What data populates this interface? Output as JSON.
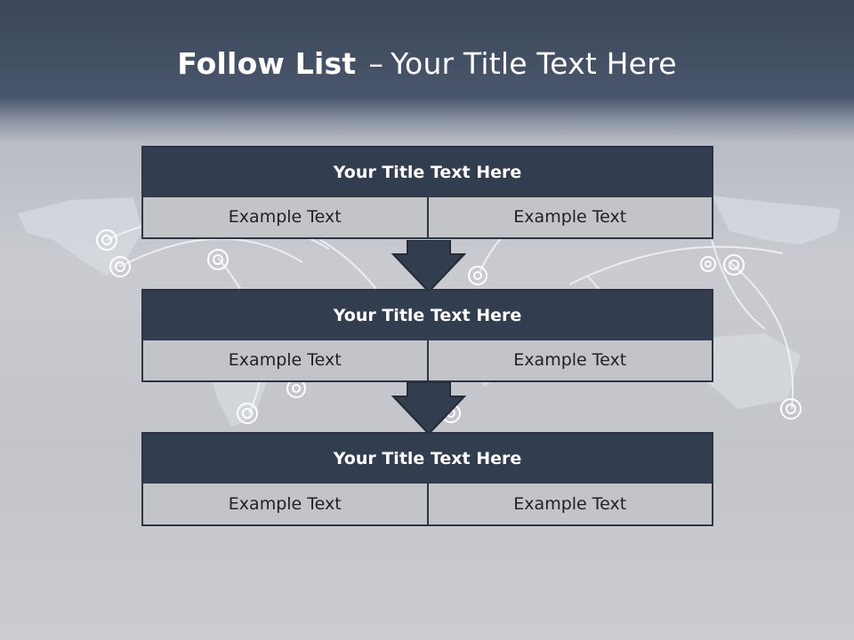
{
  "title": {
    "bold": "Follow List",
    "dash": "–",
    "rest": "Your Title Text Here"
  },
  "blocks": [
    {
      "title": "Your Title Text Here",
      "left": "Example Text",
      "right": "Example Text"
    },
    {
      "title": "Your Title Text Here",
      "left": "Example Text",
      "right": "Example Text"
    },
    {
      "title": "Your Title Text Here",
      "left": "Example Text",
      "right": "Example Text"
    }
  ],
  "colors": {
    "header": "#3b4659",
    "block_title_bg": "#333d50",
    "cell_bg": "#c2c4c8",
    "arrow": "#2c3446"
  },
  "icons": [
    "world-map-decoration",
    "down-arrow-icon"
  ]
}
